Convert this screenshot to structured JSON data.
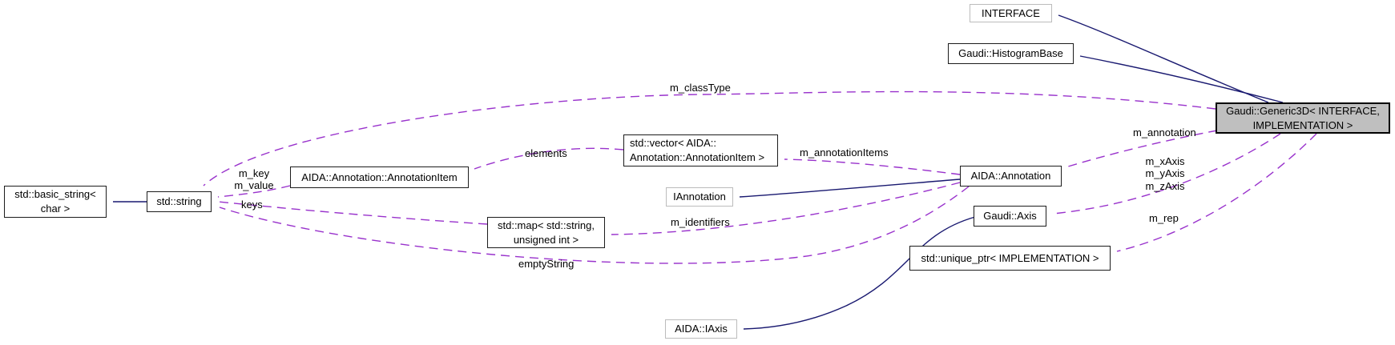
{
  "diagram": {
    "kind": "collaboration-graph",
    "colors": {
      "background": "#ffffff",
      "inheritance_edge": "#191970",
      "usage_edge": "#9932cc",
      "node_border": "#1c1c1c",
      "external_node_border": "#bcbcbc",
      "focus_node_fill": "#bfbfbf"
    },
    "nodes": [
      {
        "id": "std-basic-string",
        "label": "std::basic_string<\nchar >"
      },
      {
        "id": "std-string",
        "label": "std::string"
      },
      {
        "id": "aida-annotation-annotationitem",
        "label": "AIDA::Annotation::AnnotationItem"
      },
      {
        "id": "std-map",
        "label": "std::map< std::string,\nunsigned int >"
      },
      {
        "id": "std-vector",
        "label": "std::vector< AIDA::\nAnnotation::AnnotationItem >"
      },
      {
        "id": "iannotation",
        "label": "IAnnotation"
      },
      {
        "id": "aida-iaxis",
        "label": "AIDA::IAxis"
      },
      {
        "id": "interface",
        "label": "INTERFACE"
      },
      {
        "id": "gaudi-histogrambase",
        "label": "Gaudi::HistogramBase"
      },
      {
        "id": "aida-annotation",
        "label": "AIDA::Annotation"
      },
      {
        "id": "gaudi-axis",
        "label": "Gaudi::Axis"
      },
      {
        "id": "std-unique-ptr",
        "label": "std::unique_ptr< IMPLEMENTATION >"
      },
      {
        "id": "gaudi-generic3d",
        "label": "Gaudi::Generic3D< INTERFACE,\nIMPLEMENTATION >"
      }
    ],
    "edge_labels": [
      {
        "id": "m-classtype",
        "text": "m_classType"
      },
      {
        "id": "elements",
        "text": "elements"
      },
      {
        "id": "m-annotationitems",
        "text": "m_annotationItems"
      },
      {
        "id": "m-key-m-value",
        "text": "m_key\nm_value"
      },
      {
        "id": "keys",
        "text": "keys"
      },
      {
        "id": "m-identifiers",
        "text": "m_identifiers"
      },
      {
        "id": "emptystring",
        "text": "emptyString"
      },
      {
        "id": "m-annotation",
        "text": "m_annotation"
      },
      {
        "id": "m-axes",
        "text": "m_xAxis\nm_yAxis\nm_zAxis"
      },
      {
        "id": "m-rep",
        "text": "m_rep"
      }
    ]
  }
}
